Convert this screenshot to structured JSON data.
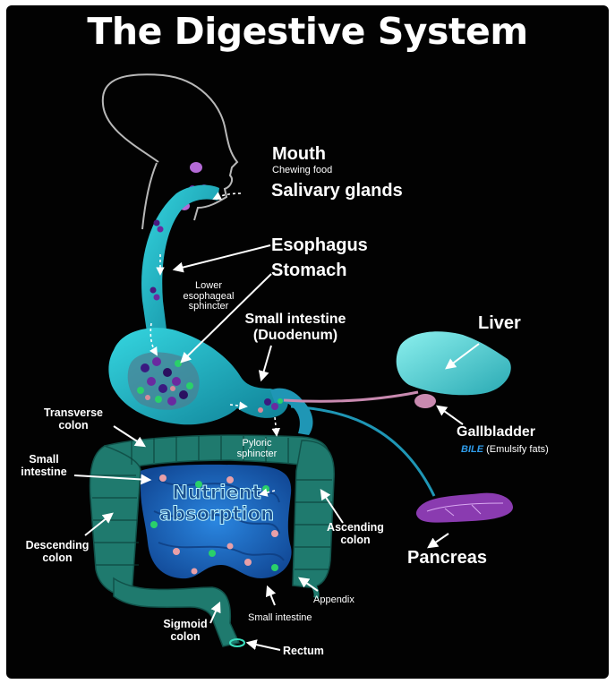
{
  "title": "The Digestive System",
  "labels": {
    "mouth": "Mouth",
    "chewing_food": "Chewing food",
    "salivary_glands": "Salivary glands",
    "esophagus": "Esophagus",
    "stomach": "Stomach",
    "lower_esophageal_sphincter": "Lower\nesophageal\nsphincter",
    "small_intestine_duodenum": "Small intestine\n(Duodenum)",
    "liver": "Liver",
    "gallbladder": "Gallbladder",
    "bile": "BILE",
    "emulsify_fats": "(Emulsify fats)",
    "transverse_colon": "Transverse\ncolon",
    "pyloric_sphincter": "Pyloric\nsphincter",
    "small_intestine_left": "Small\nintestine",
    "nutrient_absorption": "Nutrient\nabsorption",
    "descending_colon": "Descending\ncolon",
    "ascending_colon": "Ascending\ncolon",
    "pancreas": "Pancreas",
    "appendix": "Appendix",
    "small_intestine_bottom": "Small intestine",
    "sigmoid_colon": "Sigmoid\ncolon",
    "rectum": "Rectum"
  },
  "colors": {
    "background": "#020202",
    "organ_teal": "#19b7c7",
    "colon_green": "#1f7a6e",
    "intestine_blue": "#1d5fb8",
    "liver": "#5fd6d6",
    "gallbladder": "#c98ab0",
    "pancreas": "#8a3bb0",
    "bile_text": "#2f9be8",
    "text": "#ffffff"
  }
}
